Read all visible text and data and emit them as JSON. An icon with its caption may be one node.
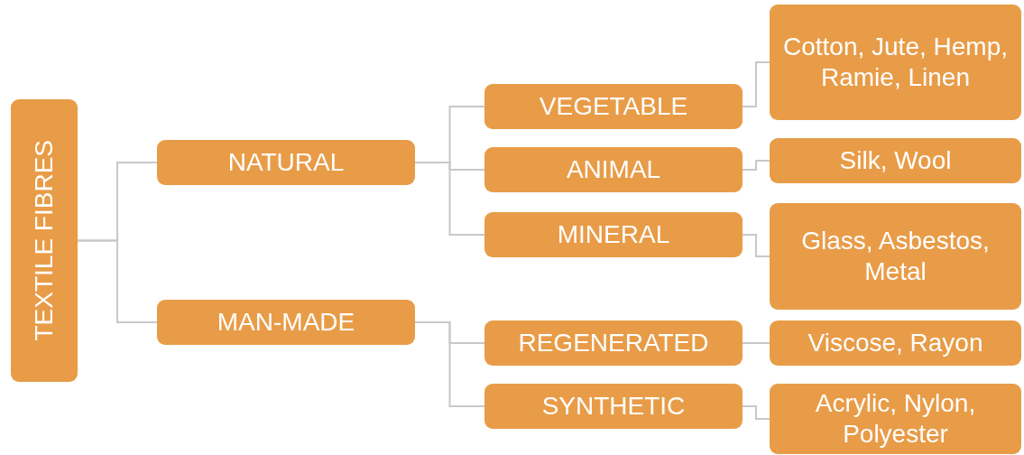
{
  "diagram": {
    "nodes": [
      {
        "text": [
          "TEXTILE FIBRES"
        ]
      },
      {
        "text": [
          "NATURAL"
        ]
      },
      {
        "text": [
          "VEGETABLE"
        ]
      },
      {
        "text": [
          "Cotton, Jute, Hemp, Ramie, Linen"
        ]
      },
      {
        "text": [
          "ANIMAL"
        ]
      },
      {
        "text": [
          "Silk, Wool"
        ]
      },
      {
        "text": [
          "MINERAL"
        ]
      },
      {
        "text": [
          "Glass, Asbestos, Metal"
        ]
      },
      {
        "text": [
          "MAN-MADE"
        ]
      },
      {
        "text": [
          "REGENERATED"
        ]
      },
      {
        "text": [
          "Viscose, Rayon"
        ]
      },
      {
        "text": [
          "SYNTHETIC"
        ]
      },
      {
        "text": [
          "Acrylic, Nylon, Polyester"
        ]
      }
    ],
    "edges": [
      {
        "from": 0,
        "to": 1,
        "arrow": "none"
      },
      {
        "from": 0,
        "to": 8,
        "arrow": "none"
      },
      {
        "from": 1,
        "to": 2,
        "arrow": "none"
      },
      {
        "from": 1,
        "to": 4,
        "arrow": "none"
      },
      {
        "from": 1,
        "to": 6,
        "arrow": "none"
      },
      {
        "from": 2,
        "to": 3,
        "arrow": "none"
      },
      {
        "from": 4,
        "to": 5,
        "arrow": "none"
      },
      {
        "from": 6,
        "to": 7,
        "arrow": "none"
      },
      {
        "from": 8,
        "to": 9,
        "arrow": "none"
      },
      {
        "from": 8,
        "to": 11,
        "arrow": "none"
      },
      {
        "from": 9,
        "to": 10,
        "arrow": "none"
      },
      {
        "from": 11,
        "to": 12,
        "arrow": "none"
      }
    ]
  }
}
